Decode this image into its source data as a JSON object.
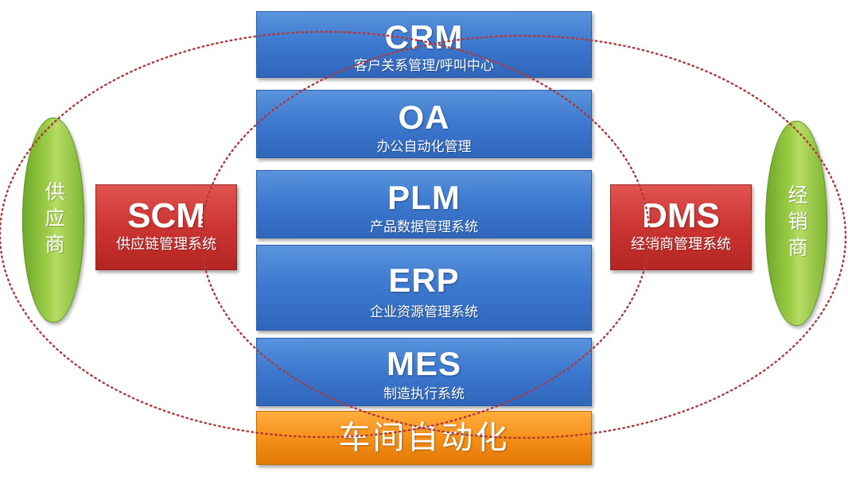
{
  "stack": [
    {
      "key": "crm",
      "title": "CRM",
      "subtitle": "客户关系管理/呼叫中心"
    },
    {
      "key": "oa",
      "title": "OA",
      "subtitle": "办公自动化管理"
    },
    {
      "key": "plm",
      "title": "PLM",
      "subtitle": "产品数据管理系统"
    },
    {
      "key": "erp",
      "title": "ERP",
      "subtitle": "企业资源管理系统"
    },
    {
      "key": "mes",
      "title": "MES",
      "subtitle": "制造执行系统"
    }
  ],
  "bottom": {
    "label": "车间自动化"
  },
  "scm": {
    "title": "SCM",
    "subtitle": "供应链管理系统"
  },
  "dms": {
    "title": "DMS",
    "subtitle": "经销商管理系统"
  },
  "supplier": {
    "label": "供应商"
  },
  "dealer": {
    "label": "经销商"
  },
  "colors": {
    "blue": "#3e7ad0",
    "red": "#cc3431",
    "orange": "#f48d16",
    "green": "#9ccd47",
    "ellipse": "#b0383a"
  }
}
